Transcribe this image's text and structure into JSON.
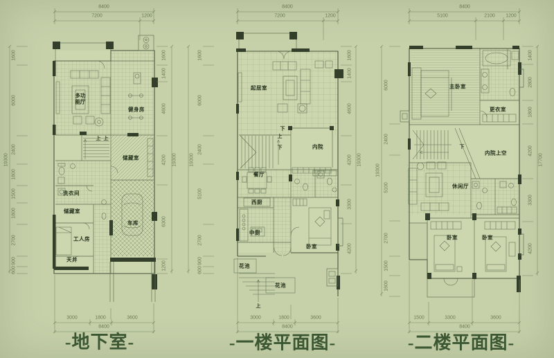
{
  "background": "#c6d1aa",
  "title_color": "#3c5834",
  "plans": {
    "basement": {
      "title": "-地下室-",
      "dims": {
        "top_total": "8400",
        "top": [
          "7200",
          "1200"
        ],
        "bottom": [
          "3000",
          "1800",
          "3600"
        ],
        "bottom_total": "8400",
        "left_total": "19300",
        "left": [
          "1600",
          "6000",
          "2400",
          "1800",
          "1500",
          "1800",
          "2700",
          "900",
          "600"
        ],
        "right": [
          "1600",
          "1400",
          "4600",
          "4200",
          "6300",
          "1200"
        ],
        "right_total": "19300"
      },
      "rooms": {
        "multi_hall": "多功能厅",
        "gym": "健身房",
        "storage_a": "储藏室",
        "laundry": "洗衣间",
        "storage_b": "储藏室",
        "worker_room": "工人房",
        "light_well": "天井",
        "garage": "车库"
      },
      "stairs": {
        "up_a": "上",
        "up_b": "上"
      }
    },
    "first_floor": {
      "title": "-一楼平面图-",
      "dims": {
        "top_total": "8400",
        "top": [
          "7200",
          "1200"
        ],
        "bottom": [
          "3000",
          "1800",
          "3600"
        ],
        "bottom_total": "8400",
        "left_total": "19300",
        "left": [
          "1600",
          "6000",
          "2400",
          "5100",
          "2700",
          "900",
          "600"
        ],
        "right": [
          "1600",
          "1400",
          "4600",
          "4200",
          "3300",
          "4200"
        ],
        "right_total": "19300"
      },
      "rooms": {
        "living": "起居室",
        "courtyard": "内院",
        "dining": "餐厅",
        "west_kitchen": "西厨",
        "chinese_kitchen": "中厨",
        "bedroom": "卧室",
        "flower_bed_a": "花池",
        "flower_bed_b": "花池"
      },
      "stairs": {
        "down_a": "下",
        "up_a": "上",
        "down_b": "下",
        "entry_up": "上"
      }
    },
    "second_floor": {
      "title": "-二楼平面图-",
      "dims": {
        "top_total": "8400",
        "top": [
          "5100",
          "2100",
          "1200"
        ],
        "bottom": [
          "1500",
          "3300",
          "3600"
        ],
        "bottom_total": "8400",
        "left_total": "19300",
        "left": [
          "6000",
          "2400",
          "5100",
          "2700",
          "1500",
          "1600"
        ],
        "right": [
          "1400",
          "2800",
          "1800",
          "4200",
          "3300",
          "4200"
        ],
        "right_total": "17700"
      },
      "rooms": {
        "master_bedroom": "主卧室",
        "dressing": "更衣室",
        "courtyard_void": "内院上空",
        "leisure_hall": "休闲厅",
        "bedroom_a": "卧室",
        "bedroom_b": "卧室"
      },
      "stairs": {
        "down": "下"
      }
    }
  }
}
